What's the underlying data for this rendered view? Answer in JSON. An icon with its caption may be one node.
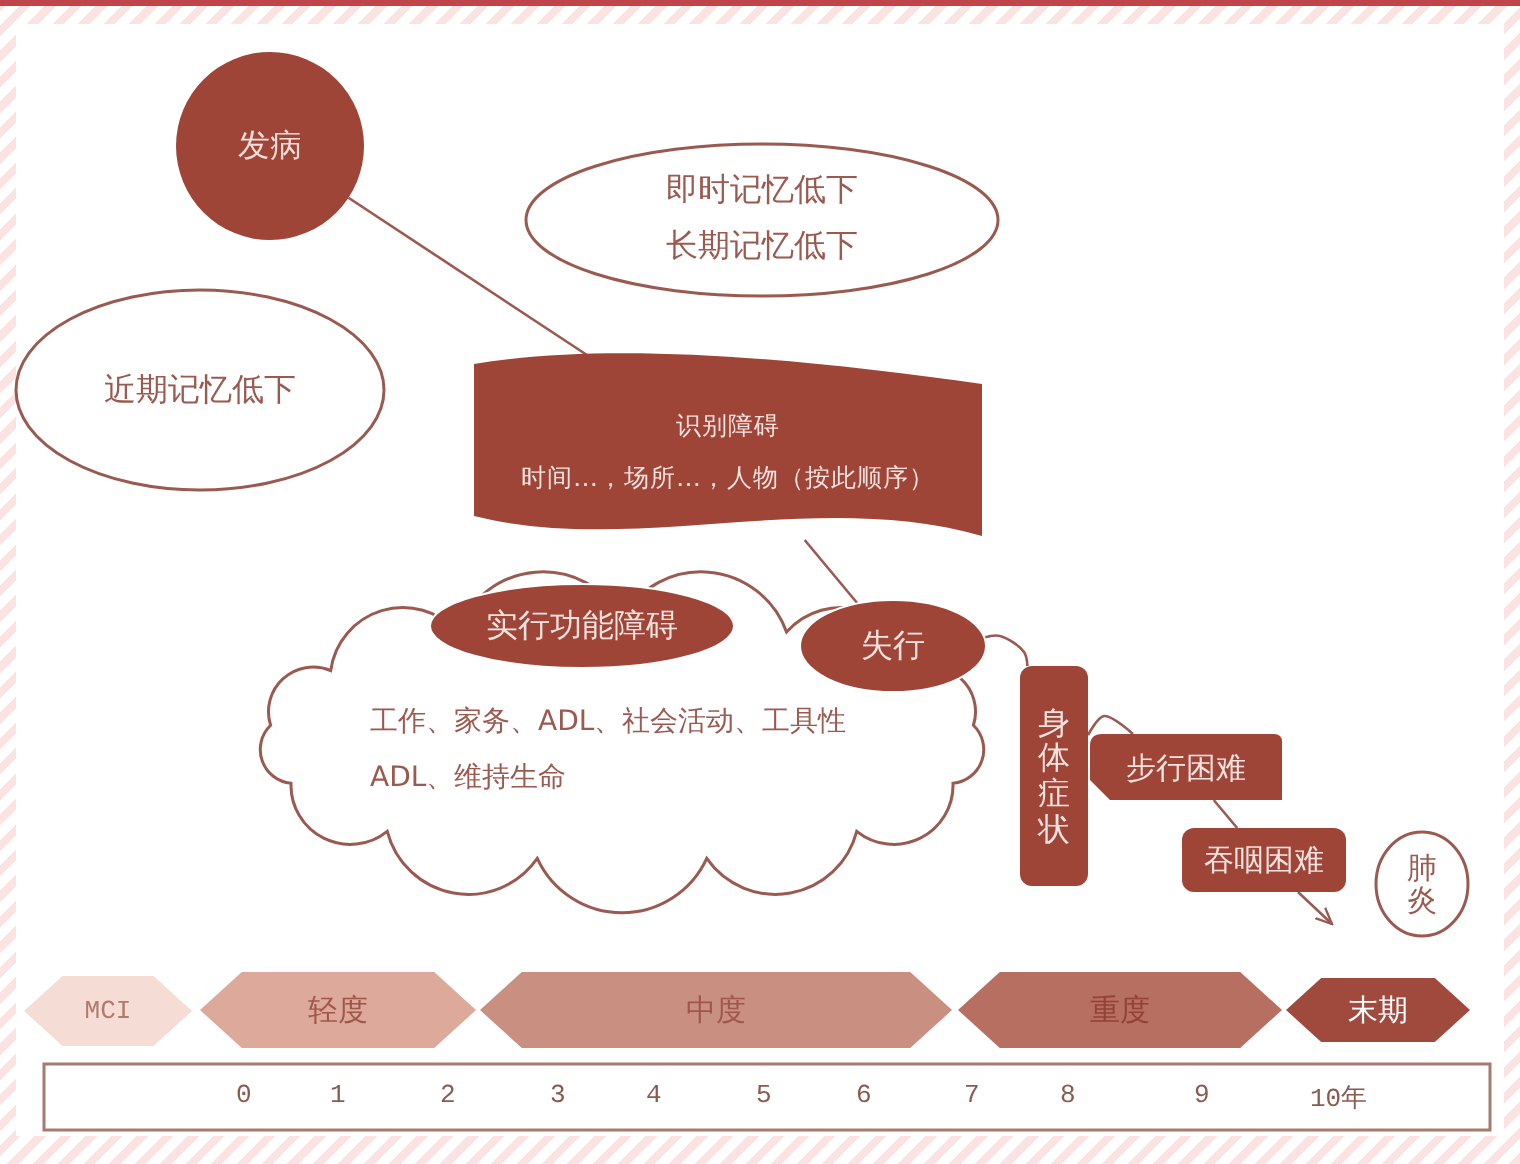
{
  "diagram": {
    "nodes": [
      {
        "text": [
          "发病"
        ]
      },
      {
        "text": [
          "即时记忆低下",
          "长期记忆低下"
        ]
      },
      {
        "text": [
          "近期记忆低下"
        ]
      },
      {
        "text": [
          "识别障碍",
          "时间…，场所…，人物（按此顺序）"
        ]
      },
      {
        "text": [
          "工作、家务、ADL、社会活动、工具性ADL、维持生命"
        ]
      },
      {
        "text": [
          "实行功能障碍"
        ],
        "in": 4
      },
      {
        "text": [
          "失行"
        ],
        "in": 4
      },
      {
        "text": [
          "身体症状"
        ]
      },
      {
        "text": [
          "步行困难"
        ]
      },
      {
        "text": [
          "吞咽困难"
        ]
      },
      {
        "text": [
          "肺炎"
        ]
      },
      {
        "text": [
          "MCI"
        ]
      },
      {
        "text": [
          "轻度"
        ]
      },
      {
        "text": [
          "中度"
        ]
      },
      {
        "text": [
          "重度"
        ]
      },
      {
        "text": [
          "末期"
        ]
      }
    ],
    "edges": [
      {
        "from": 0,
        "to": 3,
        "arrow": "none"
      },
      {
        "from": 3,
        "to": 6,
        "arrow": "none"
      },
      {
        "from": 6,
        "to": 7,
        "arrow": "none"
      },
      {
        "from": 7,
        "to": 8,
        "arrow": "none"
      },
      {
        "from": 8,
        "to": 9,
        "arrow": "none"
      },
      {
        "from": 9,
        "to": null,
        "arrow": "to"
      }
    ],
    "labels": [
      "0",
      "1",
      "2",
      "3",
      "4",
      "5",
      "6",
      "7",
      "8",
      "9",
      "10年"
    ]
  }
}
